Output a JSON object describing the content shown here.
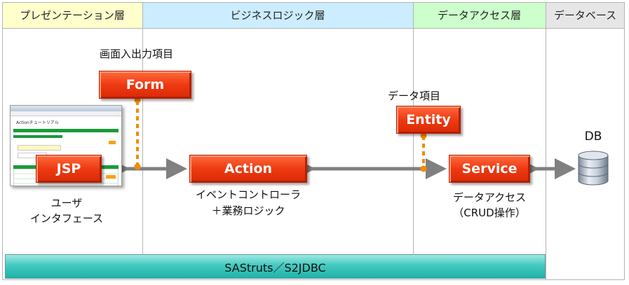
{
  "layers": {
    "presentation": "プレゼンテーション層",
    "business": "ビジネスロジック層",
    "data_access": "データアクセス層",
    "database": "データベース"
  },
  "nodes": {
    "form": "Form",
    "jsp": "JSP",
    "action": "Action",
    "entity": "Entity",
    "service": "Service",
    "db": "DB"
  },
  "labels": {
    "form_caption": "画面入出力項目",
    "entity_caption": "データ項目",
    "jsp_caption_1": "ユーザ",
    "jsp_caption_2": "インタフェース",
    "action_caption_1": "イベントコントローラ",
    "action_caption_2": "＋業務ロジック",
    "service_caption_1": "データアクセス",
    "service_caption_2": "（CRUD操作）"
  },
  "browser_mock": {
    "page_title": "Actionチュートリアル"
  },
  "footer": "SAStruts／S2JDBC",
  "colors": {
    "presentation_bg": "#ffffcc",
    "business_bg": "#ccecff",
    "data_access_bg": "#ccffcc",
    "database_bg": "#e6e6e6",
    "box_red": "#ee3a12",
    "connector_gray": "#808080",
    "dotted_orange": "#f08c00"
  }
}
